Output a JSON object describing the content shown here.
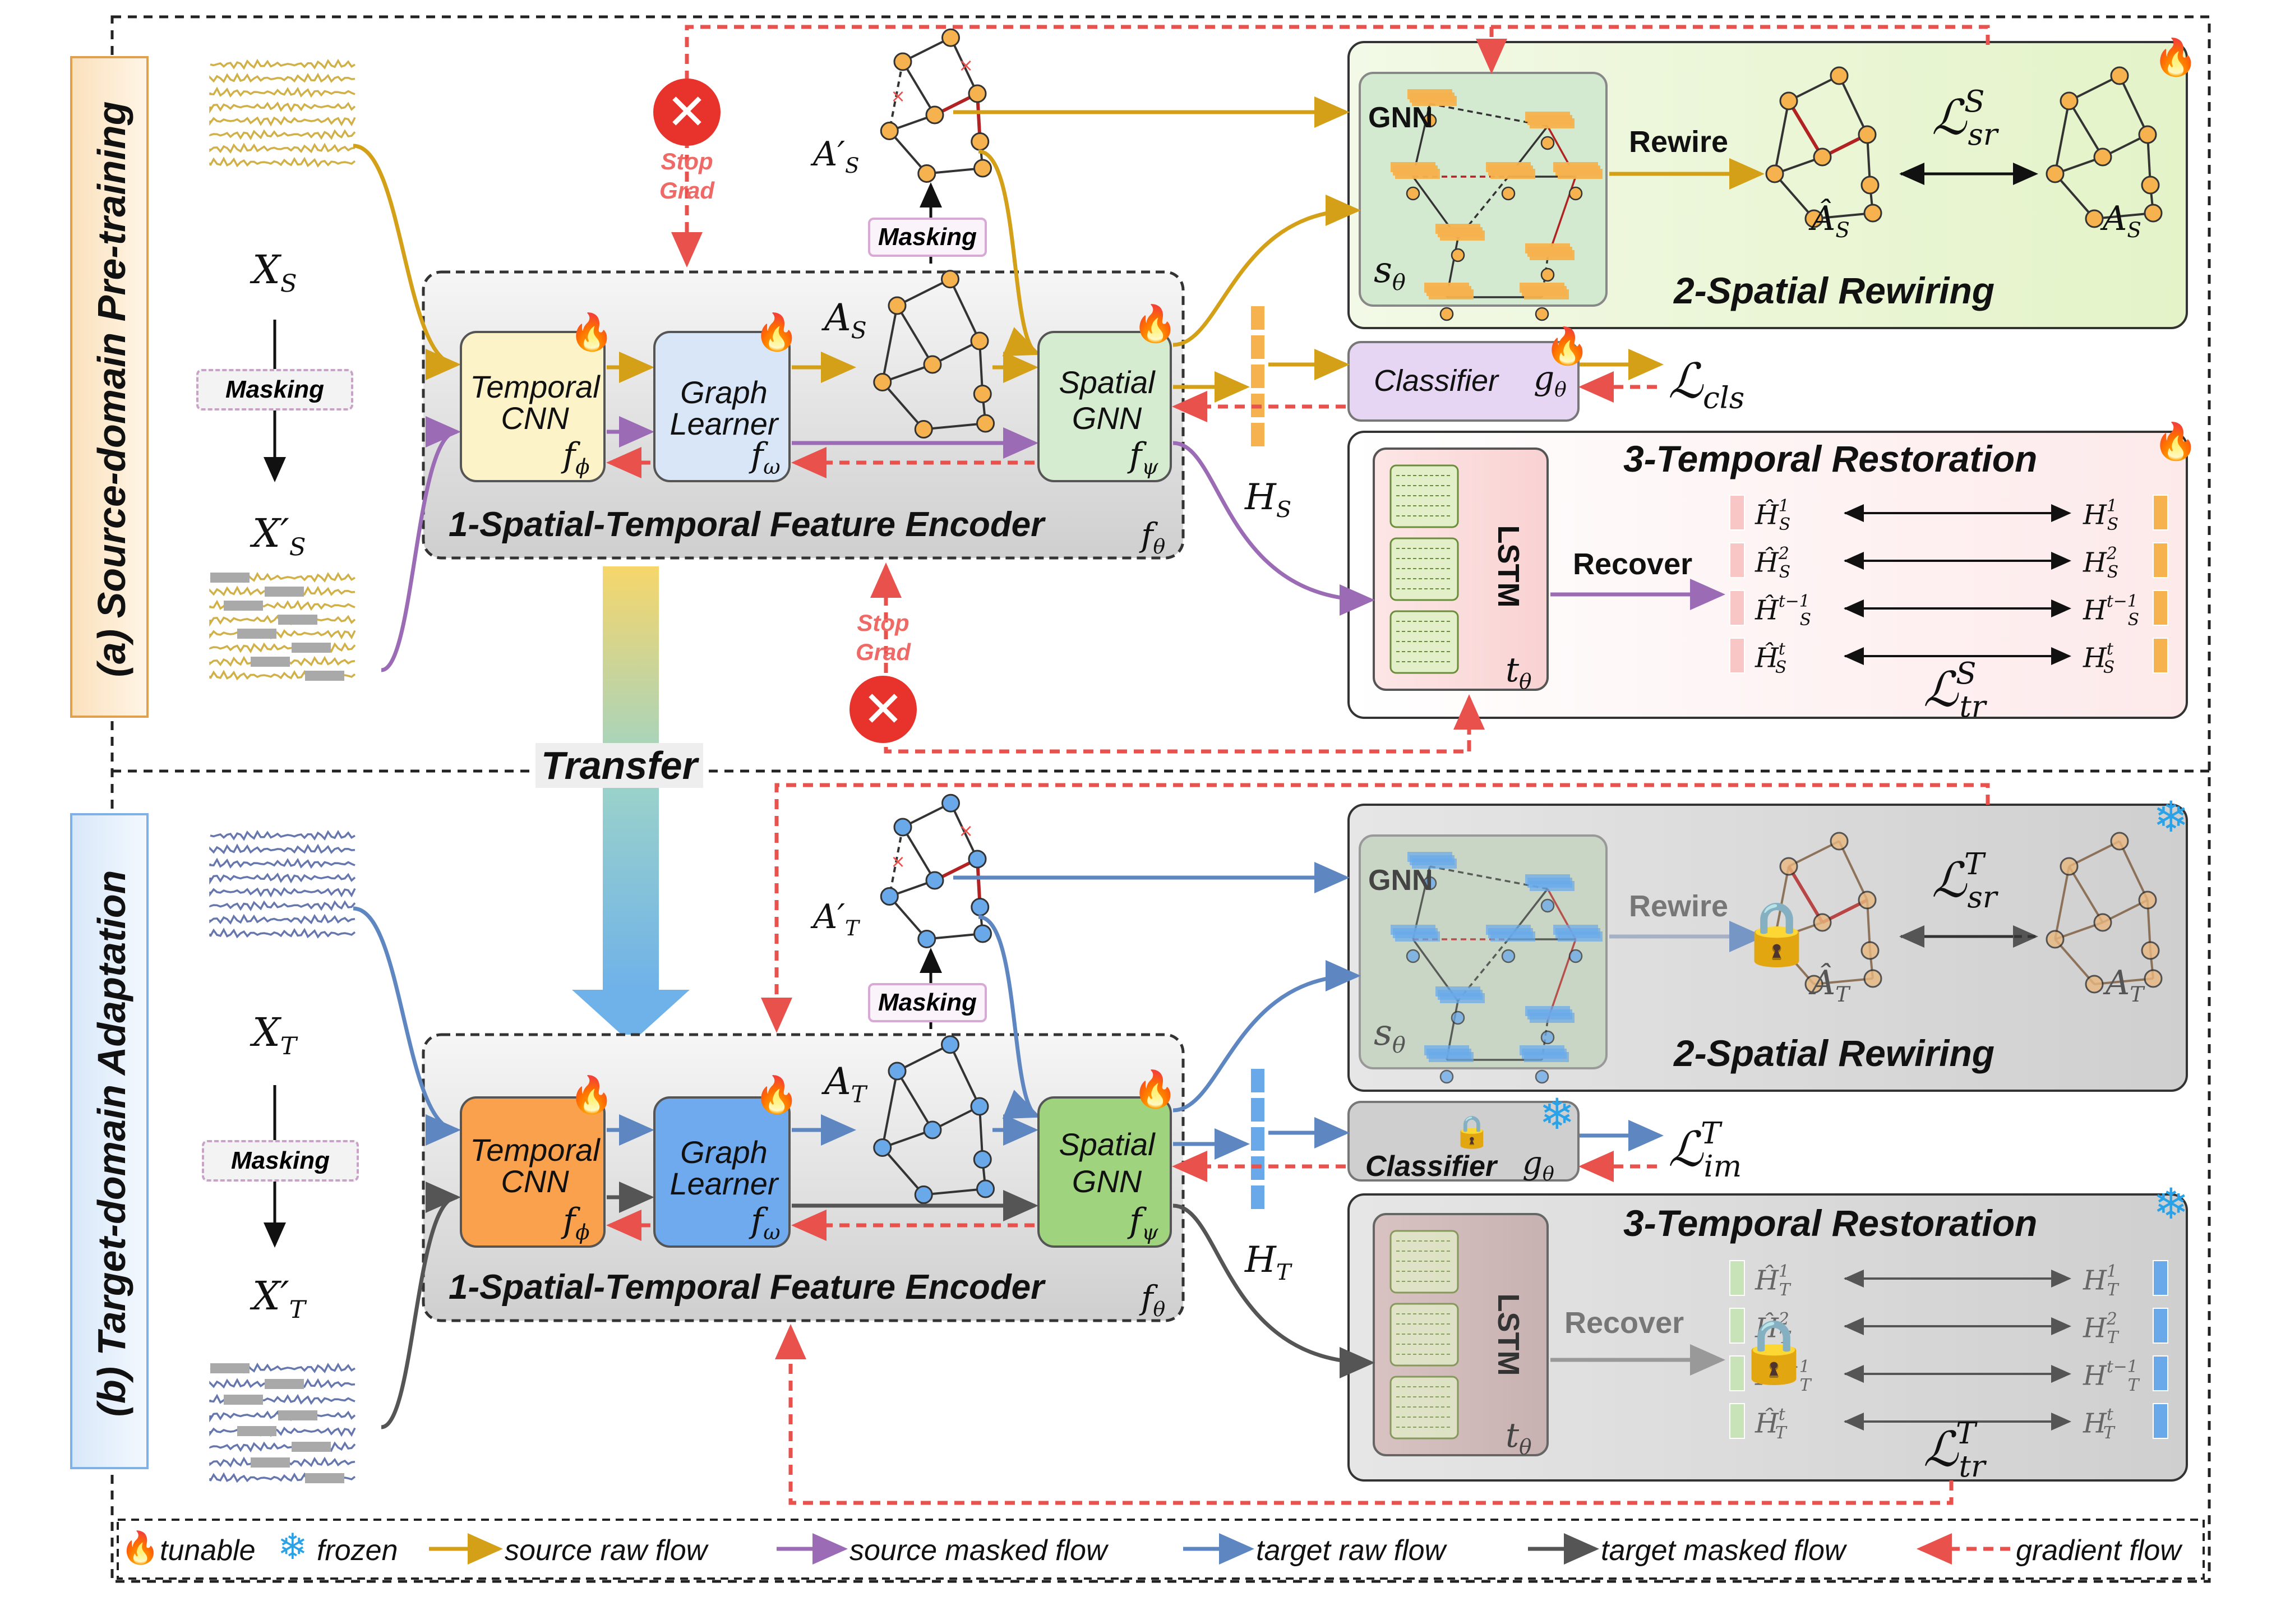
{
  "sections": {
    "source": {
      "label": "(a) Source-domain Pre-training"
    },
    "target": {
      "label": "(b) Target-domain Adaptation"
    }
  },
  "transfer_label": "Transfer",
  "stop_grad_label": [
    "Stop",
    "Grad"
  ],
  "masking_label": "Masking",
  "source": {
    "x_raw": "X",
    "x_raw_sub": "S",
    "x_masked": "X′",
    "x_masked_sub": "S",
    "adj": "A",
    "adj_sub": "S",
    "adj_masked": "A′",
    "adj_masked_sub": "S",
    "h": "H",
    "h_sub": "S"
  },
  "target": {
    "x_raw": "X",
    "x_raw_sub": "T",
    "x_masked": "X′",
    "x_masked_sub": "T",
    "adj": "A",
    "adj_sub": "T",
    "adj_masked": "A′",
    "adj_masked_sub": "T",
    "h": "H",
    "h_sub": "T"
  },
  "encoder": {
    "title": "1-Spatial-Temporal Feature Encoder",
    "symbol": "f",
    "symbol_sub": "θ",
    "temporal_cnn": [
      "Temporal",
      "CNN"
    ],
    "temporal_cnn_sym": "ϕ",
    "graph_learner": [
      "Graph",
      "Learner"
    ],
    "graph_learner_sym": "ω",
    "spatial_gnn": [
      "Spatial",
      "GNN"
    ],
    "spatial_gnn_sym": "ψ"
  },
  "rewiring": {
    "title": "2-Spatial Rewiring",
    "gnn_label": "GNN",
    "s_theta": "s",
    "s_theta_sub": "θ",
    "rewire": "Rewire",
    "a_hat": "Â",
    "loss": "ℒ",
    "loss_sub": "sr"
  },
  "classifier": {
    "label": "Classifier",
    "g": "g",
    "g_sub": "θ",
    "loss_cls": "ℒ",
    "loss_cls_sub": "cls",
    "loss_im": "ℒ",
    "loss_im_sub": "im"
  },
  "restoration": {
    "title": "3-Temporal Restoration",
    "lstm": "LSTM",
    "t_theta": "t",
    "t_theta_sub": "θ",
    "recover": "Recover",
    "rows": [
      "1",
      "2",
      "t−1",
      "t"
    ],
    "loss": "ℒ",
    "loss_sub": "tr"
  },
  "legend": {
    "tunable": "tunable",
    "frozen": "frozen",
    "source_raw": "source raw flow",
    "source_masked": "source masked flow",
    "target_raw": "target raw flow",
    "target_masked": "target masked flow",
    "gradient": "gradient flow"
  },
  "colors": {
    "source_raw": "#d4a017",
    "source_masked": "#9b6bb5",
    "target_raw": "#5e86c0",
    "target_masked": "#555555",
    "gradient": "#e8514c",
    "temporal_cnn_src": "#fdf3c8",
    "graph_learner_src": "#d8e6f8",
    "spatial_gnn_src": "#d6ecd0",
    "temporal_cnn_tgt": "#f9a14c",
    "graph_learner_tgt": "#6fa9ee",
    "spatial_gnn_tgt": "#9fd37e",
    "node_src": "#f6b24e",
    "node_tgt": "#69a9ea",
    "rewiring_bg": "#eef7da",
    "classifier_bg": "#e7d6f3",
    "frozen_bg": "#dcdcdc"
  },
  "icons": [
    "fire-icon",
    "snowflake-icon",
    "stop-icon",
    "lock-icon"
  ]
}
